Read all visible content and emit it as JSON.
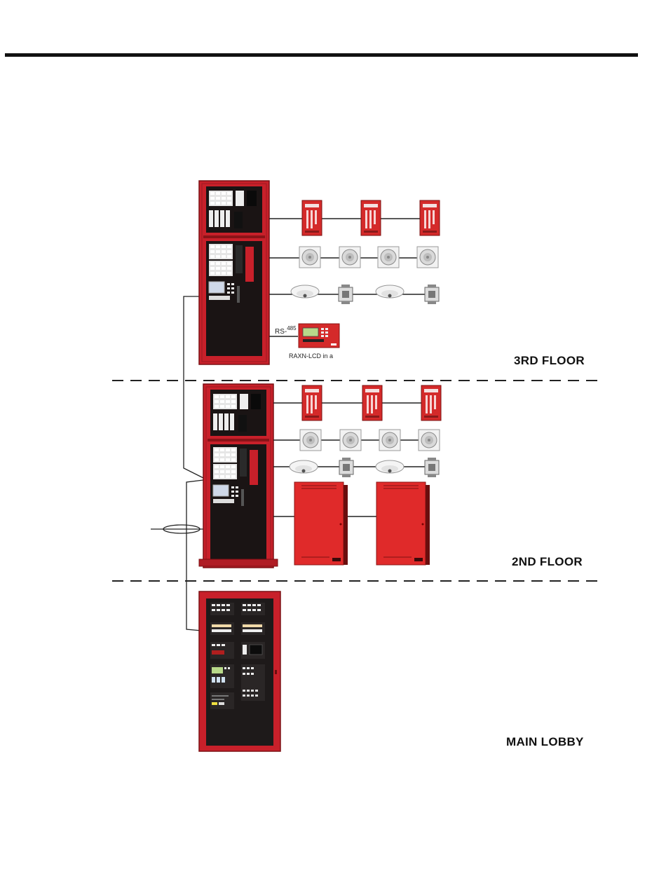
{
  "floors": [
    {
      "name": "3RD FLOOR"
    },
    {
      "name": "2ND FLOOR"
    },
    {
      "name": "MAIN LOBBY"
    }
  ],
  "connection_labels": {
    "rs485_prefix": "RS-",
    "rs485_suffix": "485",
    "annunciator_caption": "RAXN-LCD in a"
  },
  "colors": {
    "panel_red": "#c8202a",
    "panel_dark": "#1a1414",
    "device_red": "#d42a2a",
    "line": "#222222",
    "background": "#ffffff"
  }
}
